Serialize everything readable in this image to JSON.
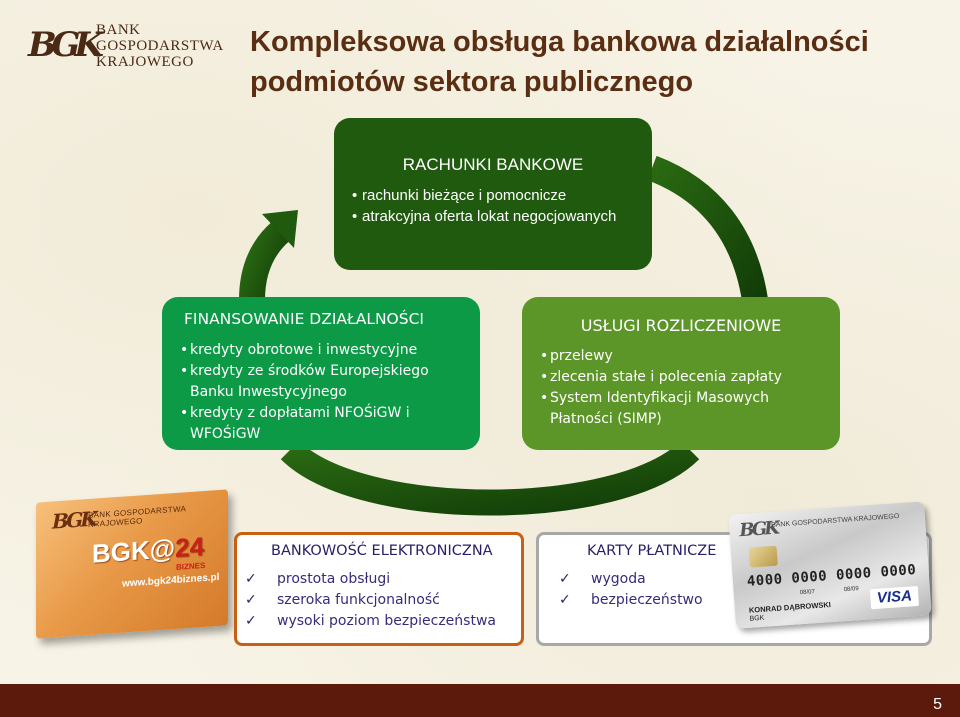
{
  "logo": {
    "mark": "BGK",
    "lines": [
      "BANK",
      "GOSPODARSTWA",
      "KRAJOWEGO"
    ]
  },
  "title": {
    "line1": "Kompleksowa obsługa bankowa działalności",
    "line2": "podmiotów sektora publicznego"
  },
  "boxes": {
    "top": {
      "heading": "RACHUNKI BANKOWE",
      "items": [
        "rachunki bieżące i pomocnicze",
        "atrakcyjna oferta lokat negocjowanych"
      ]
    },
    "left": {
      "heading": "FINANSOWANIE DZIAŁALNOŚCI",
      "items": [
        "kredyty obrotowe i inwestycyjne",
        "kredyty ze środków Europejskiego Banku Inwestycyjnego",
        "kredyty z dopłatami NFOŚiGW i WFOŚiGW"
      ]
    },
    "right": {
      "heading": "USŁUGI ROZLICZENIOWE",
      "items": [
        "przelewy",
        "zlecenia stałe i polecenia zapłaty",
        "System Identyfikacji Masowych Płatności (SIMP)"
      ]
    }
  },
  "panels": {
    "electronic": {
      "heading": "BANKOWOŚĆ ELEKTRONICZNA",
      "items": [
        "prostota obsługi",
        "szeroka funkcjonalność",
        "wysoki poziom bezpieczeństwa"
      ]
    },
    "cards": {
      "heading": "KARTY PŁATNICZE",
      "items": [
        "wygoda",
        "bezpieczeństwo"
      ]
    }
  },
  "bgk24": {
    "mark": "BGK",
    "bank": "BANK GOSPODARSTWA KRAJOWEGO",
    "main_prefix": "BGK@",
    "main_num": "24",
    "sub": "BIZNES",
    "url": "www.bgk24biznes.pl"
  },
  "card": {
    "mark": "BGK",
    "bank": "BANK GOSPODARSTWA KRAJOWEGO",
    "number": "4000 0000 0000 0000",
    "valid": "08/07",
    "expiry": "08/09",
    "holder": "KONRAD DĄBROWSKI",
    "issuer": "BGK",
    "brand": "VISA"
  },
  "colors": {
    "title": "#5a2e12",
    "box_top": "#1f5a0f",
    "box_left": "#0c9a46",
    "box_right": "#5c9628",
    "arrow": "#1a4a0c",
    "panel_left_border": "#c85f12",
    "footer": "#5b1a0b"
  },
  "page_number": "5"
}
